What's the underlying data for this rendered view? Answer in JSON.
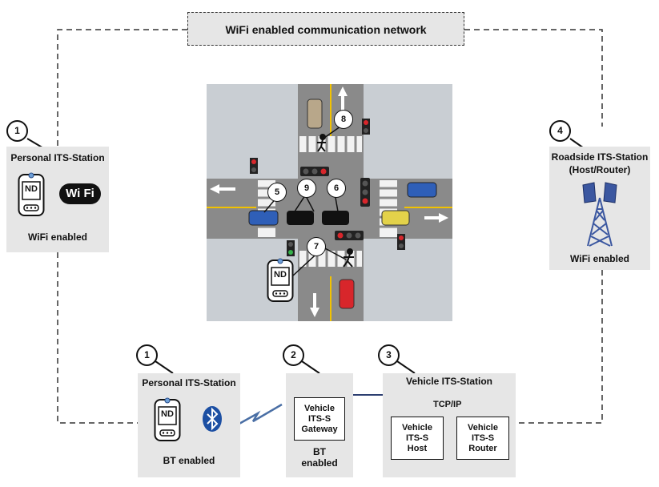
{
  "network": {
    "title": "WiFi enabled communication network"
  },
  "personal_wifi": {
    "number": "1",
    "title": "Personal ITS-Station",
    "device": "ND",
    "wifi_logo": "Wi Fi",
    "caption": "WiFi enabled"
  },
  "roadside": {
    "number": "4",
    "title_line1": "Roadside ITS-Station",
    "title_line2": "(Host/Router)",
    "caption": "WiFi enabled",
    "icon": "antenna-tower-icon"
  },
  "personal_bt": {
    "number": "1",
    "title": "Personal ITS-Station",
    "device": "ND",
    "caption": "BT enabled",
    "icon": "bluetooth-icon"
  },
  "gateway": {
    "number": "2",
    "line1": "Vehicle",
    "line2": "ITS-S",
    "line3": "Gateway",
    "caption_line1": "BT",
    "caption_line2": "enabled"
  },
  "vehicle_station": {
    "number": "3",
    "title": "Vehicle ITS-Station",
    "bus_label": "TCP/IP",
    "host": {
      "line1": "Vehicle",
      "line2": "ITS-S",
      "line3": "Host"
    },
    "router": {
      "line1": "Vehicle",
      "line2": "ITS-S",
      "line3": "Router"
    }
  },
  "intersection": {
    "labels": [
      "5",
      "6",
      "7",
      "8",
      "9"
    ],
    "device": "ND"
  },
  "colors": {
    "box_fill": "#e6e6e6",
    "road": "#8a8a8a",
    "sidewalk": "#c9ced3",
    "lane_yellow": "#f2c200",
    "antenna_blue": "#3b57a0",
    "bt_blue": "#1c4fa3"
  }
}
